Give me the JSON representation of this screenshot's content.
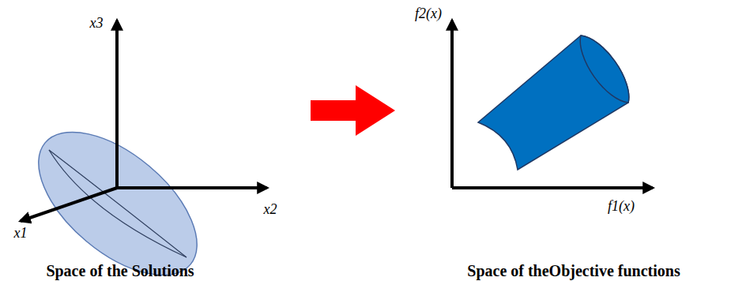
{
  "diagram": {
    "labels": [
      "x3",
      "x2",
      "x1",
      "f2(x)",
      "f1(x)",
      "Space of the Solutions",
      "Space of theObjective functions"
    ]
  }
}
